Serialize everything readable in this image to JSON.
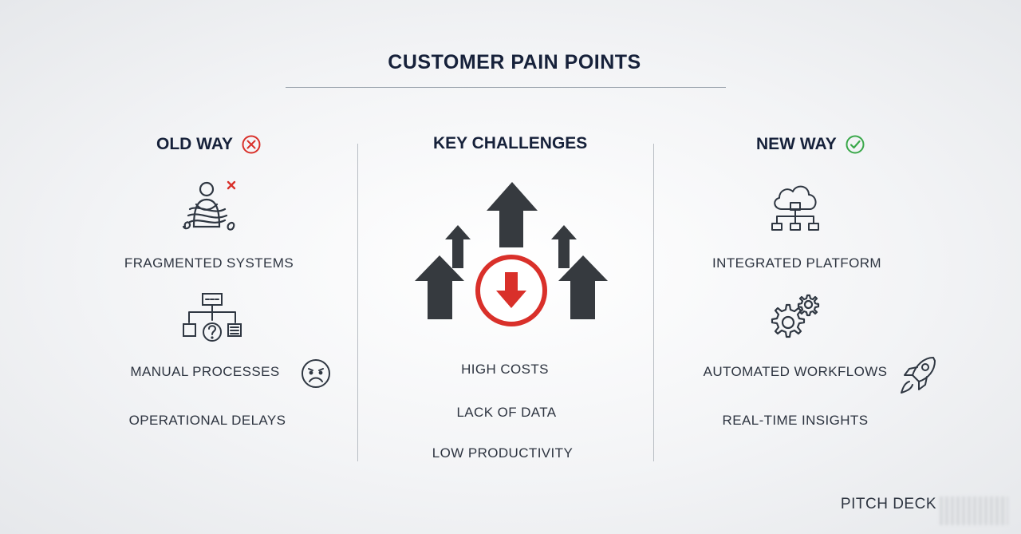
{
  "title": "CUSTOMER PAIN POINTS",
  "columns": {
    "old": {
      "heading": "OLD WAY",
      "status_icon": "x-circle-icon",
      "items": [
        "FRAGMENTED SYSTEMS",
        "MANUAL PROCESSES",
        "OPERATIONAL DELAYS"
      ]
    },
    "challenges": {
      "heading": "KEY CHALLENGES",
      "items": [
        "HIGH COSTS",
        "LACK OF DATA",
        "LOW PRODUCTIVITY"
      ]
    },
    "new": {
      "heading": "NEW WAY",
      "status_icon": "check-circle-icon",
      "items": [
        "INTEGRATED PLATFORM",
        "AUTOMATED WORKFLOWS",
        "REAL-TIME INSIGHTS"
      ]
    }
  },
  "footer": "PITCH DECK",
  "colors": {
    "navy": "#16213a",
    "red": "#d9302a",
    "green": "#3aa84a",
    "dark_gray": "#363a3f"
  }
}
